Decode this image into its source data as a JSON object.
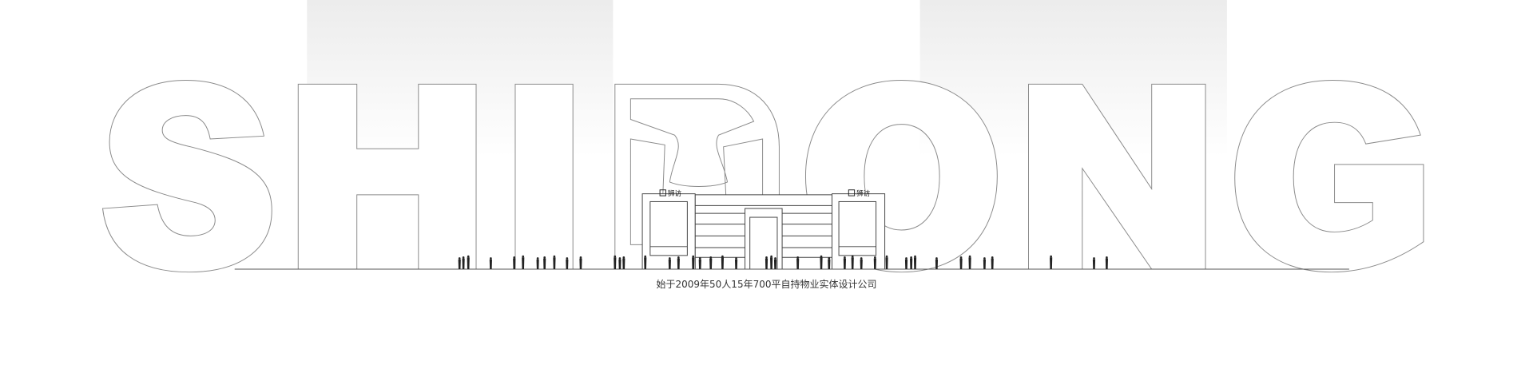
{
  "wordmark": {
    "letters": [
      "S",
      "H",
      "I",
      "R",
      "O",
      "N",
      "G"
    ],
    "text": "SHIRONG"
  },
  "building": {
    "sign_left": "狮访",
    "sign_right": "狮访"
  },
  "caption": "始于2009年50人15年700平自持物业实体设计公司",
  "colors": {
    "band": "#efefef",
    "outline": "#8a8a8a",
    "ink": "#222222"
  }
}
